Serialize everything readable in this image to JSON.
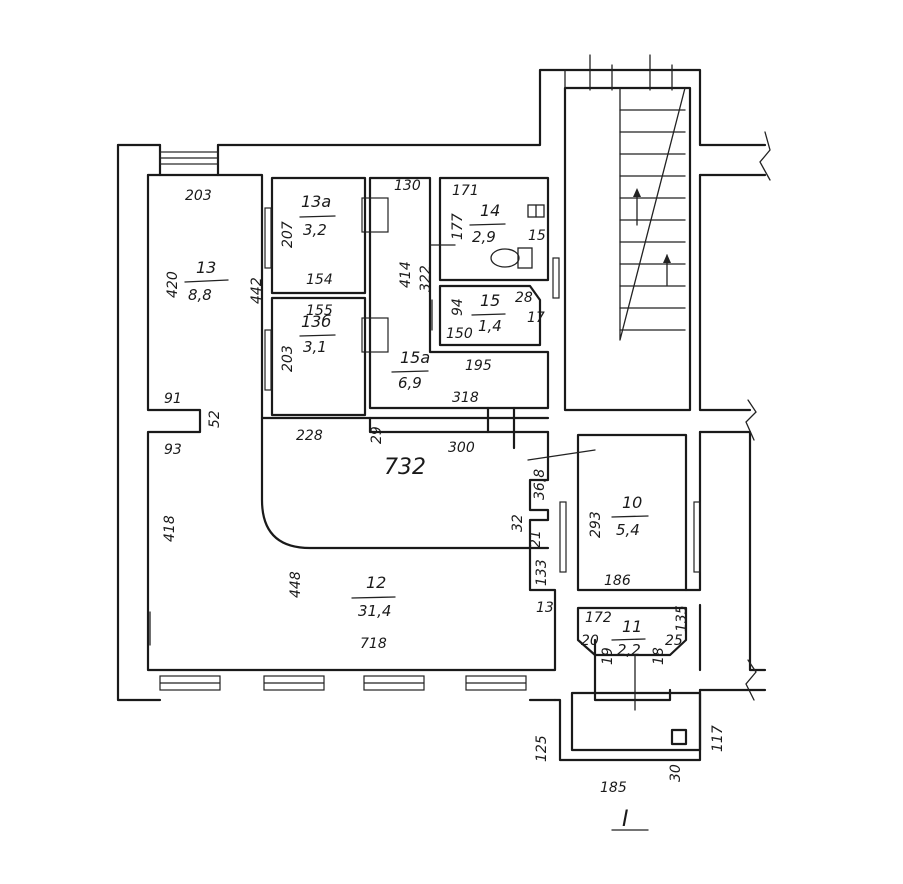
{
  "rooms": [
    {
      "number": "13",
      "area": "8,8"
    },
    {
      "number": "13а",
      "area": "3,2"
    },
    {
      "number": "13б",
      "area": "3,1"
    },
    {
      "number": "14",
      "area": "2,9"
    },
    {
      "number": "15",
      "area": "1,4"
    },
    {
      "number": "15а",
      "area": "6,9"
    },
    {
      "number": "12",
      "area": "31,4"
    },
    {
      "number": "10",
      "area": "5,4"
    },
    {
      "number": "11",
      "area": "2,2"
    }
  ],
  "dimensions": {
    "d203a": "203",
    "d420": "420",
    "d442": "442",
    "d91": "91",
    "d52": "52",
    "d93": "93",
    "d418": "418",
    "d207": "207",
    "d154": "154",
    "d155": "155",
    "d203b": "203",
    "d130": "130",
    "d414": "414",
    "d322": "322",
    "d171": "171",
    "d177": "177",
    "d15": "15",
    "d94": "94",
    "d150": "150",
    "d28": "28",
    "d17": "17",
    "d195": "195",
    "d318": "318",
    "d228": "228",
    "d29": "29",
    "d300": "300",
    "d732": "732",
    "d368": "36,8",
    "d32": "32",
    "d21": "21",
    "d448": "448",
    "d133": "133",
    "d13": "13",
    "d718": "718",
    "d293": "293",
    "d186": "186",
    "d172": "172",
    "d135": "135",
    "d20": "20",
    "d19": "19",
    "d18": "18",
    "d25": "25",
    "d125": "125",
    "d117": "117",
    "d185": "185",
    "d30": "30"
  },
  "section_mark": "I",
  "icons": [
    "stair-up-arrow-icon",
    "stair-up-arrow-icon",
    "toilet-icon",
    "sink-icon"
  ]
}
